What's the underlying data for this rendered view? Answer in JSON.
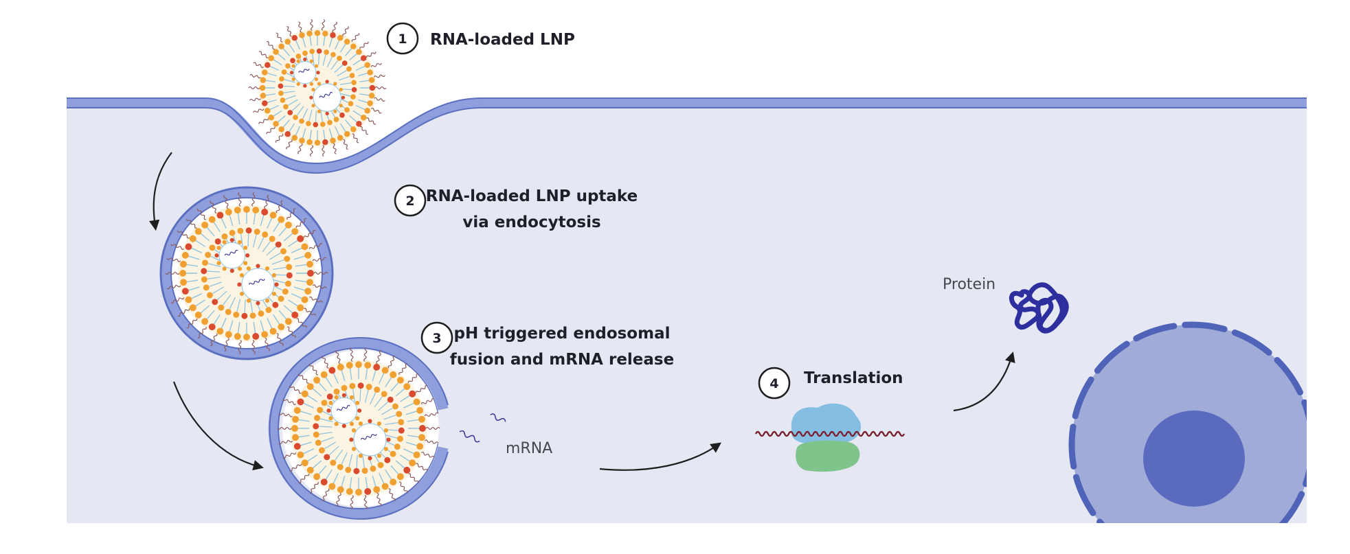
{
  "steps": [
    {
      "number": "1",
      "lines": [
        "RNA-loaded LNP"
      ]
    },
    {
      "number": "2",
      "lines": [
        "RNA-loaded LNP uptake",
        "via endocytosis"
      ]
    },
    {
      "number": "3",
      "lines": [
        "pH triggered endosomal",
        "fusion and mRNA release"
      ]
    },
    {
      "number": "4",
      "lines": [
        "Translation"
      ]
    }
  ],
  "labels": {
    "mrna": "mRNA",
    "protein": "Protein"
  },
  "colors": {
    "cytoplasm": "#e5e7f2",
    "membrane": "#5b6fc0",
    "membrane_light": "#8f9fdd",
    "lipid_head_orange": "#f0a030",
    "lipid_head_red": "#d94a2e",
    "lnp_core": "#fbf4e2",
    "nucleus": "#a0abd7",
    "nucleolus": "#5a6abe",
    "ribosome_large": "#85bee3",
    "ribosome_small": "#7fc48a",
    "mrna_strand": "#7a2030",
    "protein": "#2e2f9e",
    "arrow": "#1e1e1e"
  }
}
